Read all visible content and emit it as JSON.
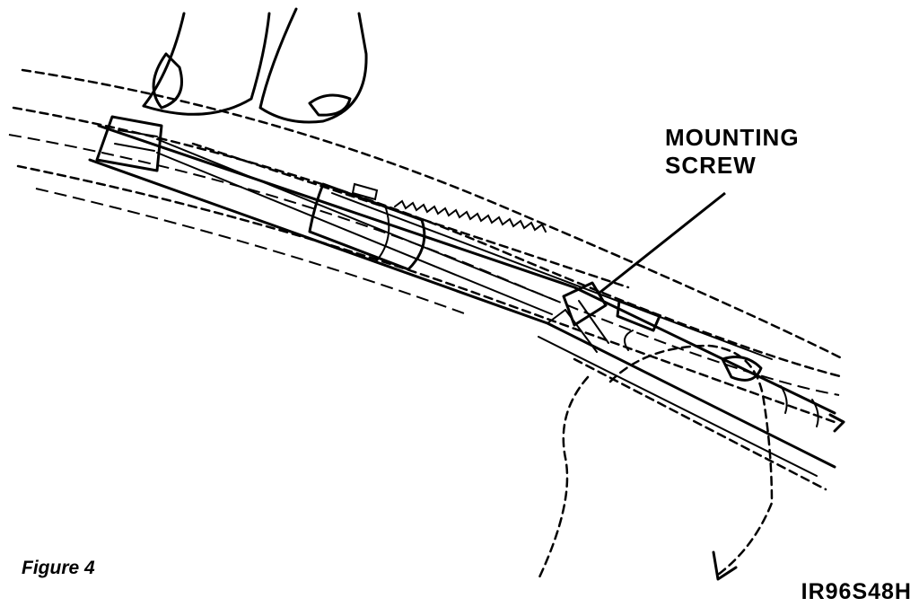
{
  "callout": {
    "line1": "MOUNTING",
    "line2": "SCREW"
  },
  "caption": "Figure 4",
  "figure_code": "IR96S48H"
}
